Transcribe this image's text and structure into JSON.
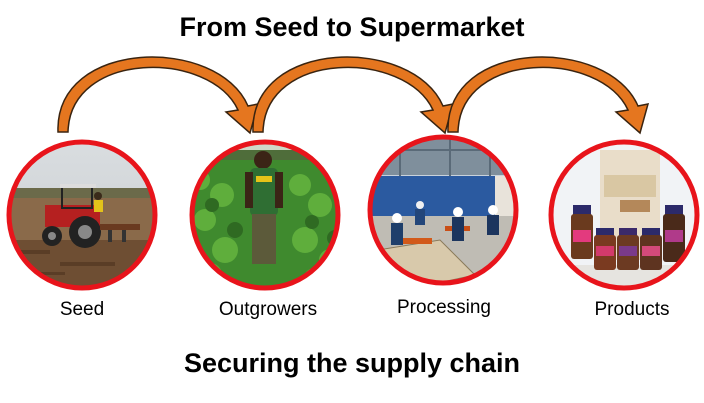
{
  "title": "From Seed to Supermarket",
  "subtitle": "Securing the supply chain",
  "stages": [
    {
      "label": "Seed",
      "image": "tractor-in-field-photo"
    },
    {
      "label": "Outgrowers",
      "image": "farmer-in-crop-field-photo"
    },
    {
      "label": "Processing",
      "image": "factory-workers-photo"
    },
    {
      "label": "Products",
      "image": "packaged-jars-photo"
    }
  ],
  "colors": {
    "circle_border": "#e8141b",
    "arrow_fill": "#e5761f",
    "arrow_stroke": "#3a2410"
  }
}
